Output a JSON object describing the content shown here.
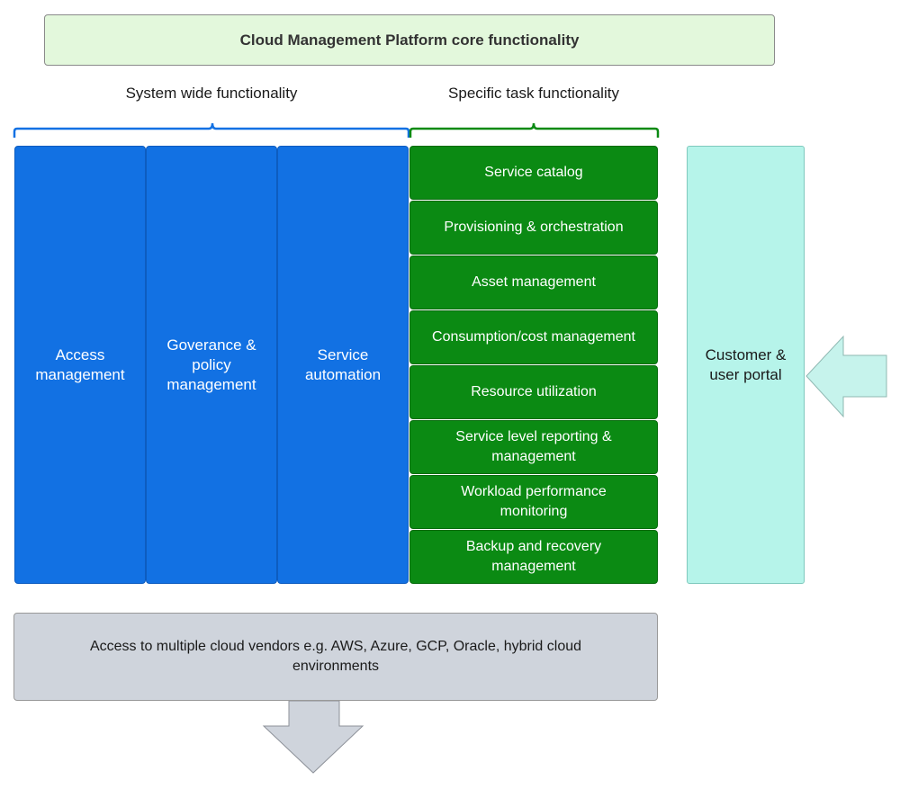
{
  "header": {
    "title": "Cloud Management Platform core functionality"
  },
  "groups": {
    "system_wide": "System wide functionality",
    "specific_task": "Specific task functionality"
  },
  "system_wide_columns": [
    {
      "label": "Access\nmanagement"
    },
    {
      "label": "Goverance &\npolicy\nmanagement"
    },
    {
      "label": "Service\nautomation"
    }
  ],
  "specific_task_items": [
    {
      "label": "Service catalog"
    },
    {
      "label": "Provisioning & orchestration"
    },
    {
      "label": "Asset management"
    },
    {
      "label": "Consumption/cost management"
    },
    {
      "label": "Resource utilization"
    },
    {
      "label": "Service level reporting &\nmanagement"
    },
    {
      "label": "Workload performance\nmonitoring"
    },
    {
      "label": "Backup and recovery\nmanagement"
    }
  ],
  "portal": {
    "label": "Customer &\nuser portal"
  },
  "vendors": {
    "label": "Access to multiple cloud vendors e.g. AWS, Azure, GCP, Oracle, hybrid cloud\nenvironments"
  },
  "colors": {
    "blue_column": "#1271e3",
    "green_cell": "#0b8a13",
    "portal": "#b6f4ea",
    "header_box": "#e3f8dc",
    "vendors_box": "#cfd4dc",
    "blue_brace": "#1271e3",
    "green_brace": "#0b8a13"
  }
}
